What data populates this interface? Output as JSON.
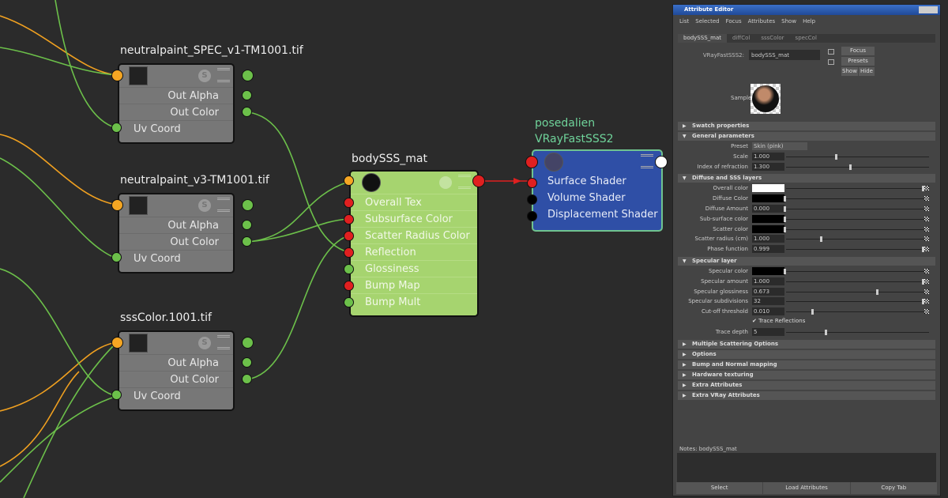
{
  "texture_nodes": [
    {
      "title": "neutralpaint_SPEC_v1-TM1001.tif",
      "rows": [
        "Out Alpha",
        "Out Color",
        "Uv Coord"
      ]
    },
    {
      "title": "neutralpaint_v3-TM1001.tif",
      "rows": [
        "Out Alpha",
        "Out Color",
        "Uv Coord"
      ]
    },
    {
      "title": "sssColor.1001.tif",
      "rows": [
        "Out Alpha",
        "Out Color",
        "Uv Coord"
      ]
    }
  ],
  "material_node": {
    "title": "bodySSS_mat",
    "rows": [
      "Overall Tex",
      "Subsurface Color",
      "Scatter Radius Color",
      "Reflection",
      "Glossiness",
      "Bump Map",
      "Bump Mult"
    ]
  },
  "sg_node": {
    "title1": "posedalien",
    "title2": "VRayFastSSS2",
    "rows": [
      "Surface Shader",
      "Volume Shader",
      "Displacement Shader"
    ]
  },
  "s_label": "S",
  "colors": {
    "orange": "#f5a623",
    "green": "#6cc04a",
    "red": "#e02020",
    "material": "#a6d46f",
    "sg": "#2f4fa6"
  },
  "attr_editor": {
    "title": "Attribute Editor",
    "menu": [
      "List",
      "Selected",
      "Focus",
      "Attributes",
      "Show",
      "Help"
    ],
    "tabs": [
      "bodySSS_mat",
      "diffCol",
      "sssColor",
      "specCol"
    ],
    "node_type_label": "VRayFastSSS2:",
    "node_name": "bodySSS_mat",
    "focus": "Focus",
    "presets": "Presets",
    "show": "Show",
    "hide": "Hide",
    "sample_label": "Sample",
    "sections": {
      "swatch": "Swatch properties",
      "general": "General parameters",
      "diffuse": "Diffuse and SSS layers",
      "specular": "Specular layer"
    },
    "general": {
      "preset_label": "Preset",
      "preset_value": "Skin (pink)",
      "scale_label": "Scale",
      "scale": "1.000",
      "ior_label": "Index of refraction",
      "ior": "1.300"
    },
    "diffuse": [
      {
        "label": "Overall color",
        "value": "",
        "swatch": "#ffffff",
        "slider": 1.0
      },
      {
        "label": "Diffuse Color",
        "value": "",
        "swatch": "#000000",
        "slider": 0
      },
      {
        "label": "Diffuse Amount",
        "value": "0.000",
        "slider": 0
      },
      {
        "label": "Sub-surface color",
        "value": "",
        "swatch": "#000000",
        "slider": 0
      },
      {
        "label": "Scatter color",
        "value": "",
        "swatch": "#000000",
        "slider": 0
      },
      {
        "label": "Scatter radius (cm)",
        "value": "1.000",
        "slider": 0.26
      },
      {
        "label": "Phase function",
        "value": "0.999",
        "slider": 1.0
      }
    ],
    "specular": [
      {
        "label": "Specular color",
        "value": "",
        "swatch": "#000000",
        "slider": 0
      },
      {
        "label": "Specular amount",
        "value": "1.000",
        "slider": 1.0
      },
      {
        "label": "Specular glossiness",
        "value": "0.673",
        "slider": 0.67
      },
      {
        "label": "Specular subdivisions",
        "value": "32",
        "slider": 1.0
      },
      {
        "label": "Cut-off threshold",
        "value": "0.010",
        "slider": 0.2
      }
    ],
    "trace_reflections": "Trace Reflections",
    "trace_depth_label": "Trace depth",
    "trace_depth": "5",
    "collapsed": [
      "Multiple Scattering Options",
      "Options",
      "Bump and Normal mapping",
      "Hardware texturing",
      "Extra Attributes",
      "Extra VRay Attributes"
    ],
    "notes_label": "Notes:  bodySSS_mat",
    "buttons": [
      "Select",
      "Load Attributes",
      "Copy Tab"
    ]
  }
}
